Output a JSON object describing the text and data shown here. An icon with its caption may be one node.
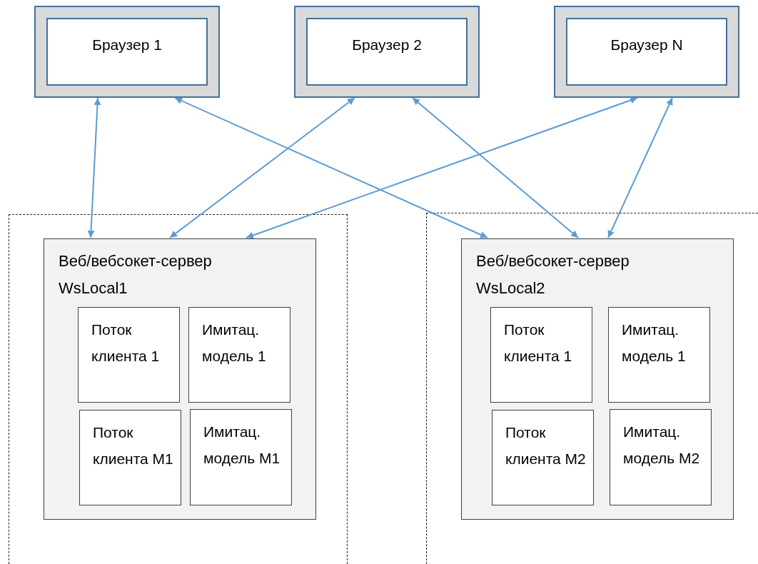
{
  "diagram": {
    "nodes": [
      {
        "text": [
          "Браузер 1"
        ]
      },
      {
        "text": [
          "Браузер 2"
        ]
      },
      {
        "text": [
          "Браузер N"
        ]
      },
      {
        "text": [],
        "shape": "box"
      },
      {
        "text": [
          "Веб/вебсокет-сервер WsLocal1"
        ],
        "in": 3
      },
      {
        "text": [
          "Поток клиента 1"
        ],
        "in": 4
      },
      {
        "text": [
          "Имитац. модель 1"
        ],
        "in": 4
      },
      {
        "text": [
          "Поток клиента M1"
        ],
        "in": 4
      },
      {
        "text": [
          "Имитац. модель M1"
        ],
        "in": 4
      },
      {
        "text": [],
        "shape": "box"
      },
      {
        "text": [
          "Веб/вебсокет-сервер WsLocal2"
        ],
        "in": 9
      },
      {
        "text": [
          "Поток клиента 1"
        ],
        "in": 10
      },
      {
        "text": [
          "Имитац. модель 1"
        ],
        "in": 10
      },
      {
        "text": [
          "Поток клиента M2"
        ],
        "in": 10
      },
      {
        "text": [
          "Имитац. модель M2"
        ],
        "in": 10
      }
    ],
    "edges": [
      {
        "from": 0,
        "to": 4,
        "arrow": "both"
      },
      {
        "from": 0,
        "to": 10,
        "arrow": "both"
      },
      {
        "from": 1,
        "to": 4,
        "arrow": "both"
      },
      {
        "from": 1,
        "to": 10,
        "arrow": "both"
      },
      {
        "from": 2,
        "to": 4,
        "arrow": "both"
      },
      {
        "from": 2,
        "to": 10,
        "arrow": "both"
      }
    ]
  }
}
